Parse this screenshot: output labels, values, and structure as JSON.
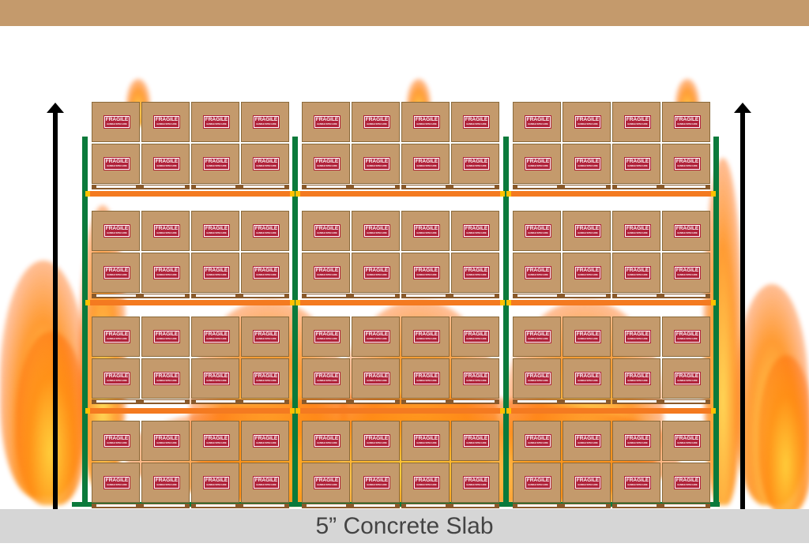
{
  "floor_label": "5” Concrete Slab",
  "box_label": "FRAGILE",
  "box_sublabel": "HANDLE WITH CARE",
  "rack": {
    "bays": 3,
    "levels": 4,
    "boxes_per_bay_row": 4,
    "box_rows_per_level": 2
  },
  "colors": {
    "ceiling": "#c49a6c",
    "upright": "#0b7a3b",
    "beam": "#f47a20",
    "box": "#c49a6c",
    "label": "#b0223a",
    "floor": "#d6d6d6",
    "arrow": "#000000"
  },
  "icons": [
    "up-arrow-icon-left",
    "up-arrow-icon-right",
    "fire-icon"
  ]
}
